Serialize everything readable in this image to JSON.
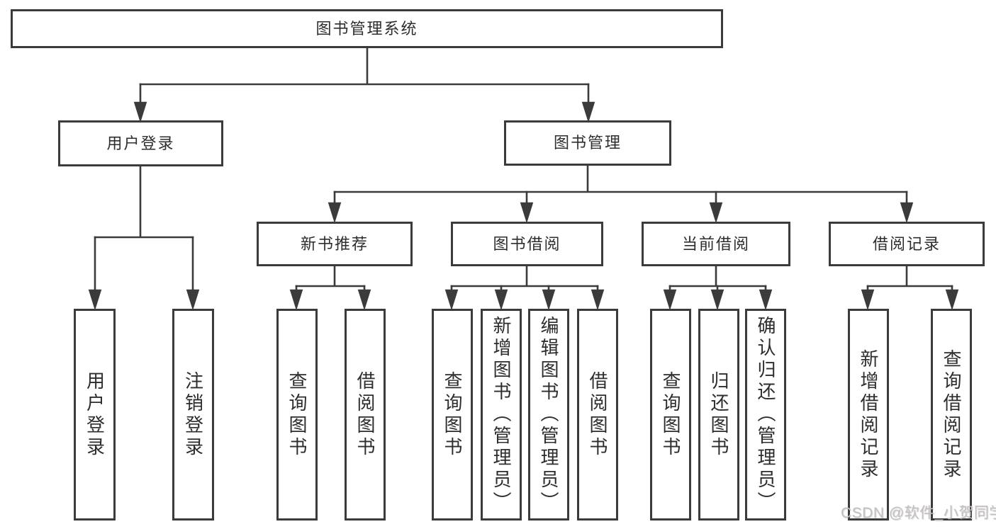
{
  "diagram": {
    "root_label": "图书管理系统",
    "branches": {
      "user_login": {
        "label": "用户登录",
        "children": [
          "用户登录",
          "注销登录"
        ]
      },
      "book_mgmt": {
        "label": "图书管理"
      }
    },
    "modules": [
      {
        "label": "新书推荐",
        "children": [
          "查询图书",
          "借阅图书"
        ]
      },
      {
        "label": "图书借阅",
        "children": [
          "查询图书",
          "新增图书（管理员）",
          "编辑图书（管理员）",
          "借阅图书"
        ]
      },
      {
        "label": "当前借阅",
        "children": [
          "查询图书",
          "归还图书",
          "确认归还（管理员）"
        ]
      },
      {
        "label": "借阅记录",
        "children": [
          "新增借阅记录",
          "查询借阅记录"
        ]
      }
    ],
    "watermark": "CSDN @软件_小贺同学",
    "colors": {
      "line": "#3b3b3b",
      "text": "#2d2d2d",
      "watermark": "#c4c0bf",
      "background": "#ffffff"
    }
  }
}
